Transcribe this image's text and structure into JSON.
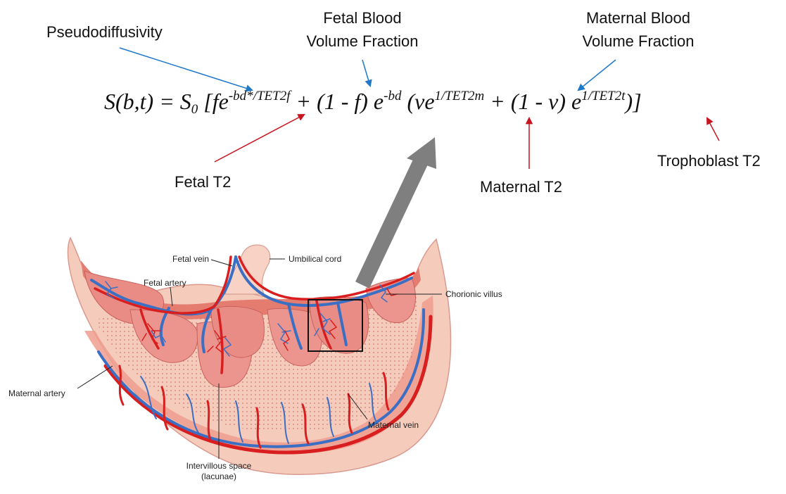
{
  "equation": {
    "lhs": "S(b,t) = ",
    "s0_base": "S",
    "s0_sub": "0",
    "open": " [f",
    "e": "e",
    "exp_fetal": "-bd*/TET2f",
    "plus1": " + (1 - f) ",
    "exp_bd": "-bd",
    "ve_open": " (ve",
    "exp_maternal": "1/TET2m",
    "plus2": " + (1 - v) ",
    "exp_tropho": "1/TET2t",
    "close": ")]"
  },
  "labels": {
    "pseudodiffusivity": "Pseudodiffusivity",
    "fetal_bvf_line1": "Fetal Blood",
    "fetal_bvf_line2": "Volume Fraction",
    "maternal_bvf_line1": "Maternal Blood",
    "maternal_bvf_line2": "Volume Fraction",
    "fetal_t2": "Fetal T2",
    "maternal_t2": "Maternal T2",
    "trophoblast_t2": "Trophoblast T2"
  },
  "anatomy": {
    "fetal_vein": "Fetal vein",
    "umbilical_cord": "Umbilical cord",
    "fetal_artery": "Fetal artery",
    "chorionic_villus": "Chorionic villus",
    "maternal_artery": "Maternal artery",
    "maternal_vein": "Maternal vein",
    "intervillous_line1": "Intervillous space",
    "intervillous_line2": "(lacunae)"
  },
  "colors": {
    "blue_arrow": "#1f78c8",
    "red_arrow": "#c8141e",
    "big_arrow": "#7f7f7f",
    "placenta_outer": "#f3c6b8",
    "placenta_inner": "#e99a94",
    "artery": "#d81e1e",
    "vein": "#3b6fc4"
  }
}
